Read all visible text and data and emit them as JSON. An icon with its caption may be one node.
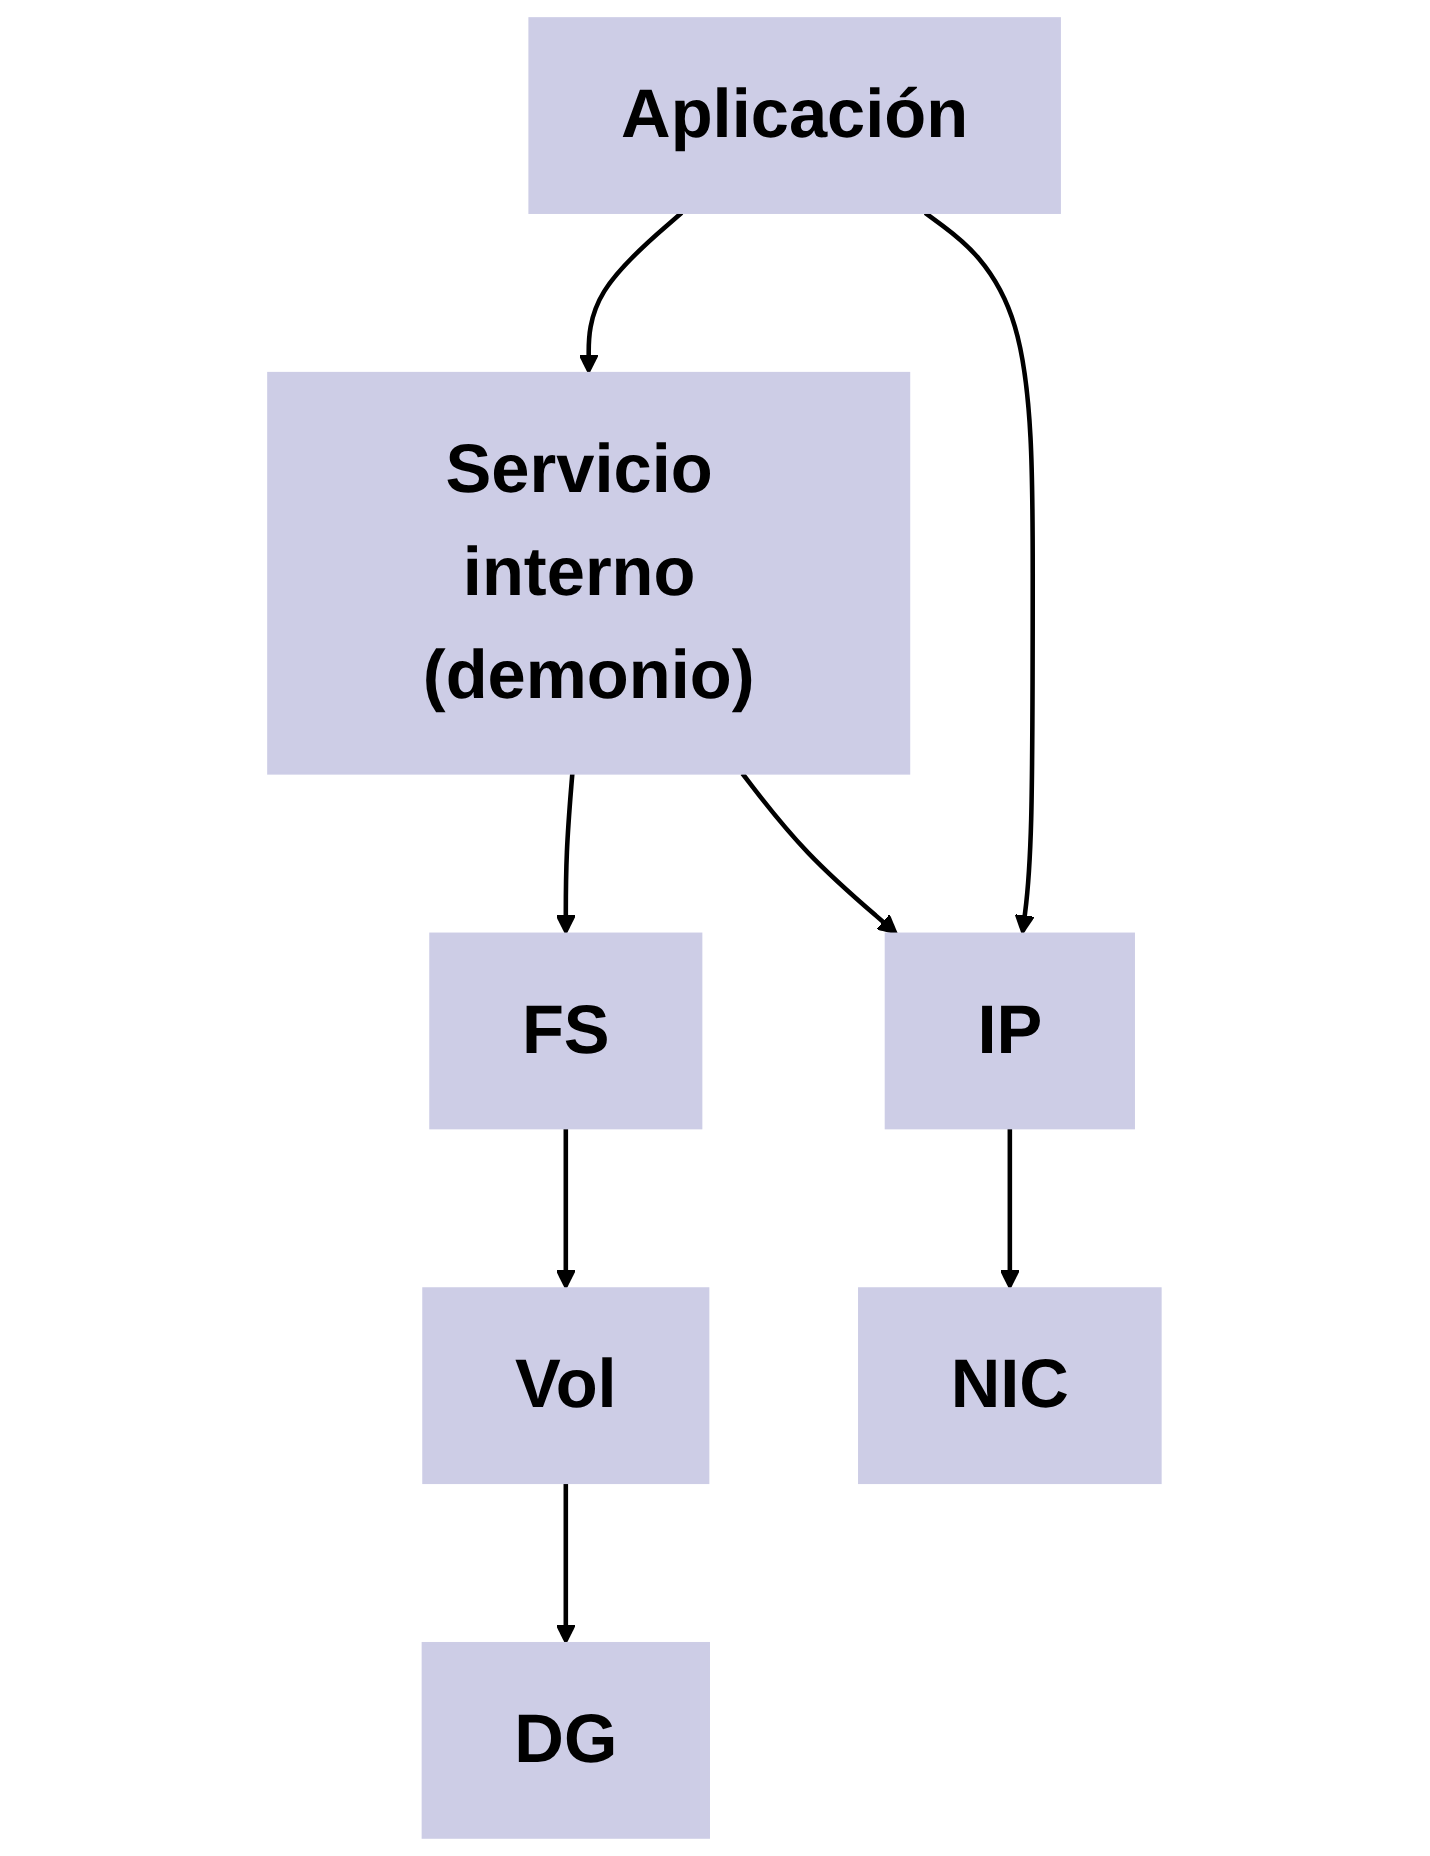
{
  "diagram": {
    "nodes": [
      {
        "text": [
          "Aplicación"
        ]
      },
      {
        "text": [
          "Servicio interno (demonio)"
        ]
      },
      {
        "text": [
          "FS"
        ]
      },
      {
        "text": [
          "Vol"
        ]
      },
      {
        "text": [
          "DG"
        ]
      },
      {
        "text": [
          "IP"
        ]
      },
      {
        "text": [
          "NIC"
        ]
      }
    ],
    "edges": [
      {
        "from": 0,
        "to": 1,
        "arrow": "to"
      },
      {
        "from": 0,
        "to": 5,
        "arrow": "to"
      },
      {
        "from": 1,
        "to": 5,
        "arrow": "to"
      },
      {
        "from": 1,
        "to": 2,
        "arrow": "to"
      },
      {
        "from": 2,
        "to": 3,
        "arrow": "to"
      },
      {
        "from": 3,
        "to": 4,
        "arrow": "to"
      },
      {
        "from": 5,
        "to": 6,
        "arrow": "to"
      }
    ]
  }
}
